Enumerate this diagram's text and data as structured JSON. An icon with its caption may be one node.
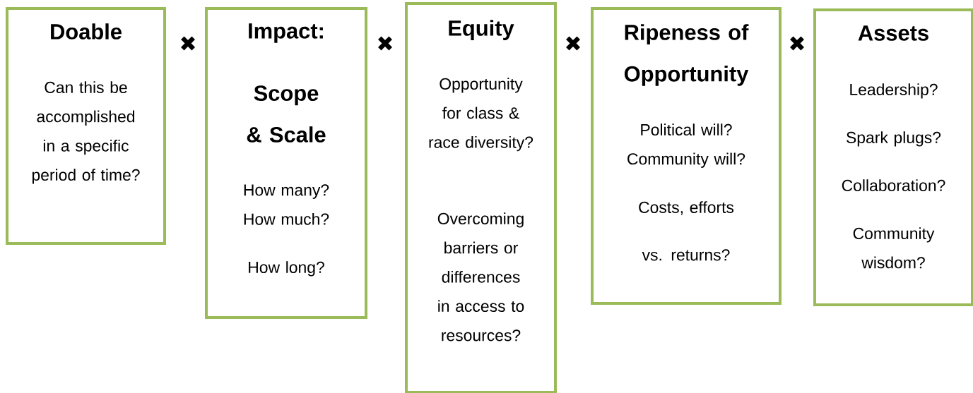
{
  "diagram": {
    "nodes": [
      {
        "text": [
          "Doable",
          "Can this be accomplished in a specific period of time?"
        ]
      },
      {
        "text": [
          "Impact:",
          "Scope & Scale",
          "How many? How much?",
          "How long?"
        ]
      },
      {
        "text": [
          "Equity",
          "Opportunity for class & race diversity?",
          "Overcoming barriers or differences in access to resources?"
        ]
      },
      {
        "text": [
          "Ripeness of Opportunity",
          "Political will? Community will?",
          "Costs, efforts",
          "vs. returns?"
        ]
      },
      {
        "text": [
          "Assets",
          "Leadership?",
          "Spark plugs?",
          "Collaboration?",
          "Community wisdom?"
        ]
      }
    ],
    "labels": [
      "✖",
      "✖",
      "✖",
      "✖"
    ]
  }
}
